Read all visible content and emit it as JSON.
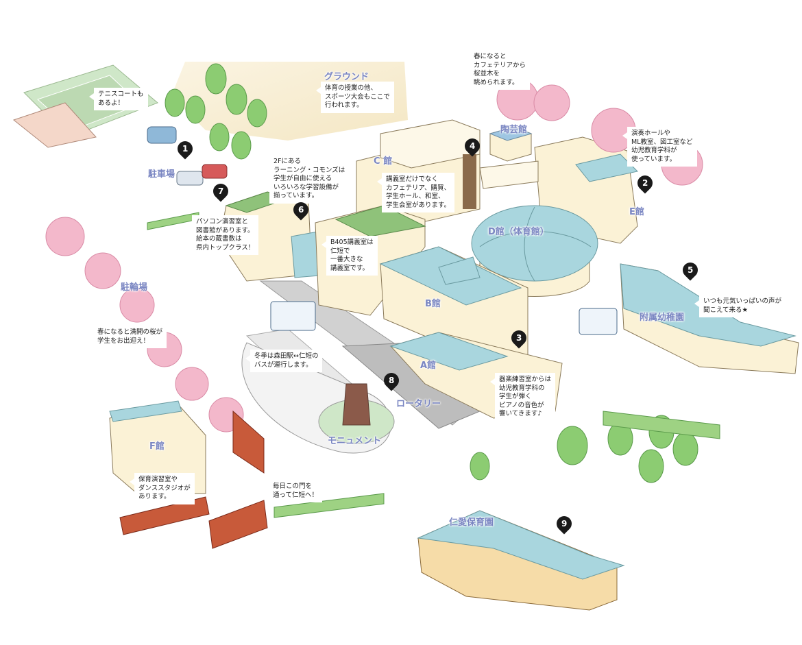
{
  "labels": {
    "parking": "駐車場",
    "bike": "駐輪場",
    "ground": "グラウンド",
    "c_kan": "C 館",
    "tougei": "陶芸館",
    "e_kan": "E館",
    "d_kan": "D館（体育館）",
    "b_kan": "B館",
    "a_kan": "A館",
    "f_kan": "F館",
    "rotary": "ロータリー",
    "monument": "モニュメント",
    "kindergarten": "附属幼稚園",
    "nursery": "仁愛保育園"
  },
  "notes": {
    "tennis": "テニスコートも\nあるよ！",
    "ground": "体育の授業の他、\nスポーツ大会もここで\n行われます。",
    "sakura_cafe": "春になると\nカフェテリアから\n桜並木を\n眺められます。",
    "e_kan": "演奏ホールや\nML教室、図工室など\n幼児教育学科が\n使っています。",
    "learning_commons": "2Fにある\nラーニング・コモンズは\n学生が自由に使える\nいろいろな学習設備が\n揃っています。",
    "c_kan": "講義室だけでなく\nカフェテリア、購買、\n学生ホール、和室、\n学生会室があります。",
    "library": "パソコン演習室と\n図書館があります。\n絵本の蔵書数は\n県内トップクラス！",
    "b405": "B405講義室は\n仁短で\n一番大きな\n講義室です。",
    "kindergarten": "いつも元気いっぱいの声が\n聞こえて来る★",
    "cherry": "春になると満開の桜が\n学生をお出迎え！",
    "bus": "冬季は森田駅↔仁短の\nバスが運行します。",
    "piano": "器楽練習室からは\n幼児教育学科の\n学生が弾く\nピアノの音色が\n響いてきます♪",
    "f_kan": "保育演習室や\nダンススタジオが\nあります。",
    "gate": "毎日この門を\n通って仁短へ！"
  },
  "pins": [
    "1",
    "2",
    "3",
    "4",
    "5",
    "6",
    "7",
    "8",
    "9"
  ],
  "colors": {
    "label": "#7a86c2",
    "roof_blue": "#a9d6de",
    "roof_green": "#8fc27a",
    "wall": "#fbf2d6",
    "sakura": "#f3b8cb",
    "tree": "#8ccc72",
    "road": "#c9c9c9",
    "pin": "#1a1a1a"
  }
}
